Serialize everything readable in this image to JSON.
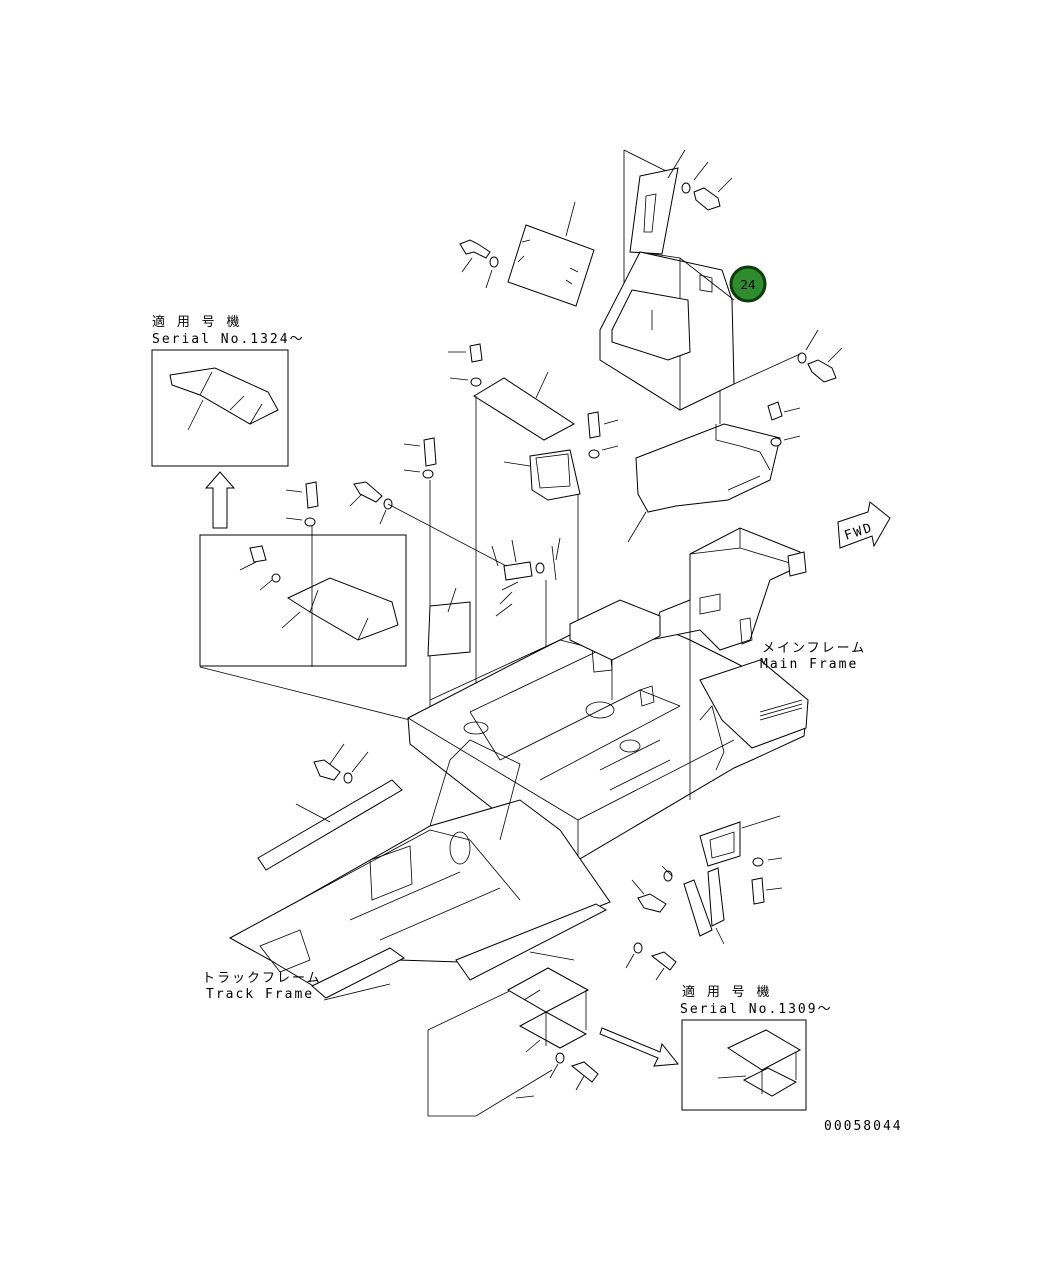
{
  "labels": {
    "serial_top_jp": "適 用 号 機",
    "serial_top": "Serial No.1324～",
    "serial_bottom_jp": "適 用 号 機",
    "serial_bottom": "Serial No.1309～",
    "main_frame_jp": "メインフレーム",
    "main_frame": "Main Frame",
    "track_frame_jp": "トラックフレーム",
    "track_frame": "Track Frame",
    "fwd": "FWD",
    "figure_number": "00058044"
  },
  "callout": {
    "number": "24",
    "color": "#2e8b2e"
  }
}
